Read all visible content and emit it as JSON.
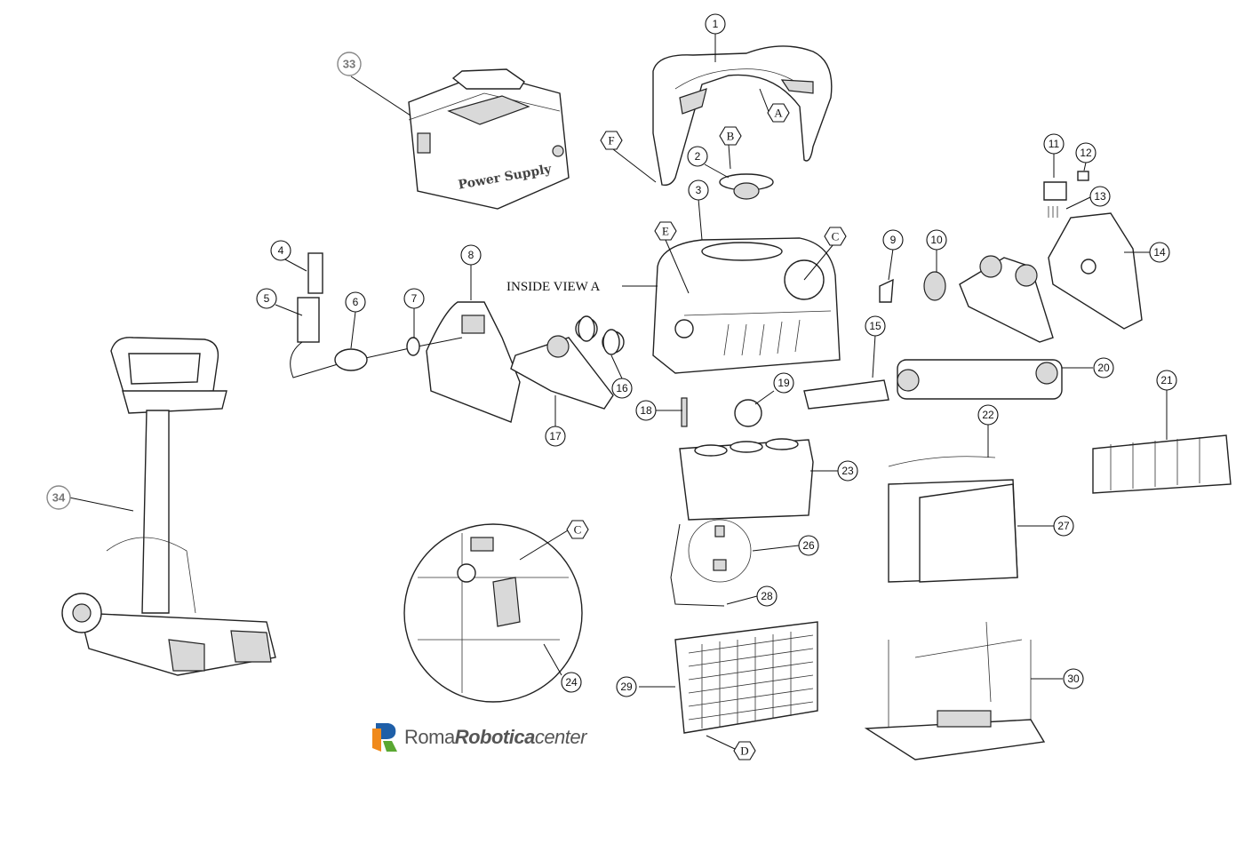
{
  "callouts": [
    "1",
    "2",
    "3",
    "4",
    "5",
    "6",
    "7",
    "8",
    "9",
    "10",
    "11",
    "12",
    "13",
    "14",
    "15",
    "16",
    "17",
    "18",
    "19",
    "20",
    "21",
    "22",
    "23",
    "24",
    "26",
    "27",
    "28",
    "29",
    "30",
    "33",
    "34"
  ],
  "letters": [
    "A",
    "B",
    "C",
    "D",
    "E",
    "F"
  ],
  "inside_view_label": "INSIDE VIEW A",
  "power_supply_label": "Power Supply",
  "logo": {
    "part1": "Roma",
    "part2": "Robotica",
    "part3": "center"
  },
  "colors": {
    "logo_blue": "#1f5fa8",
    "logo_orange": "#f08a1c",
    "logo_green": "#5aa832"
  }
}
